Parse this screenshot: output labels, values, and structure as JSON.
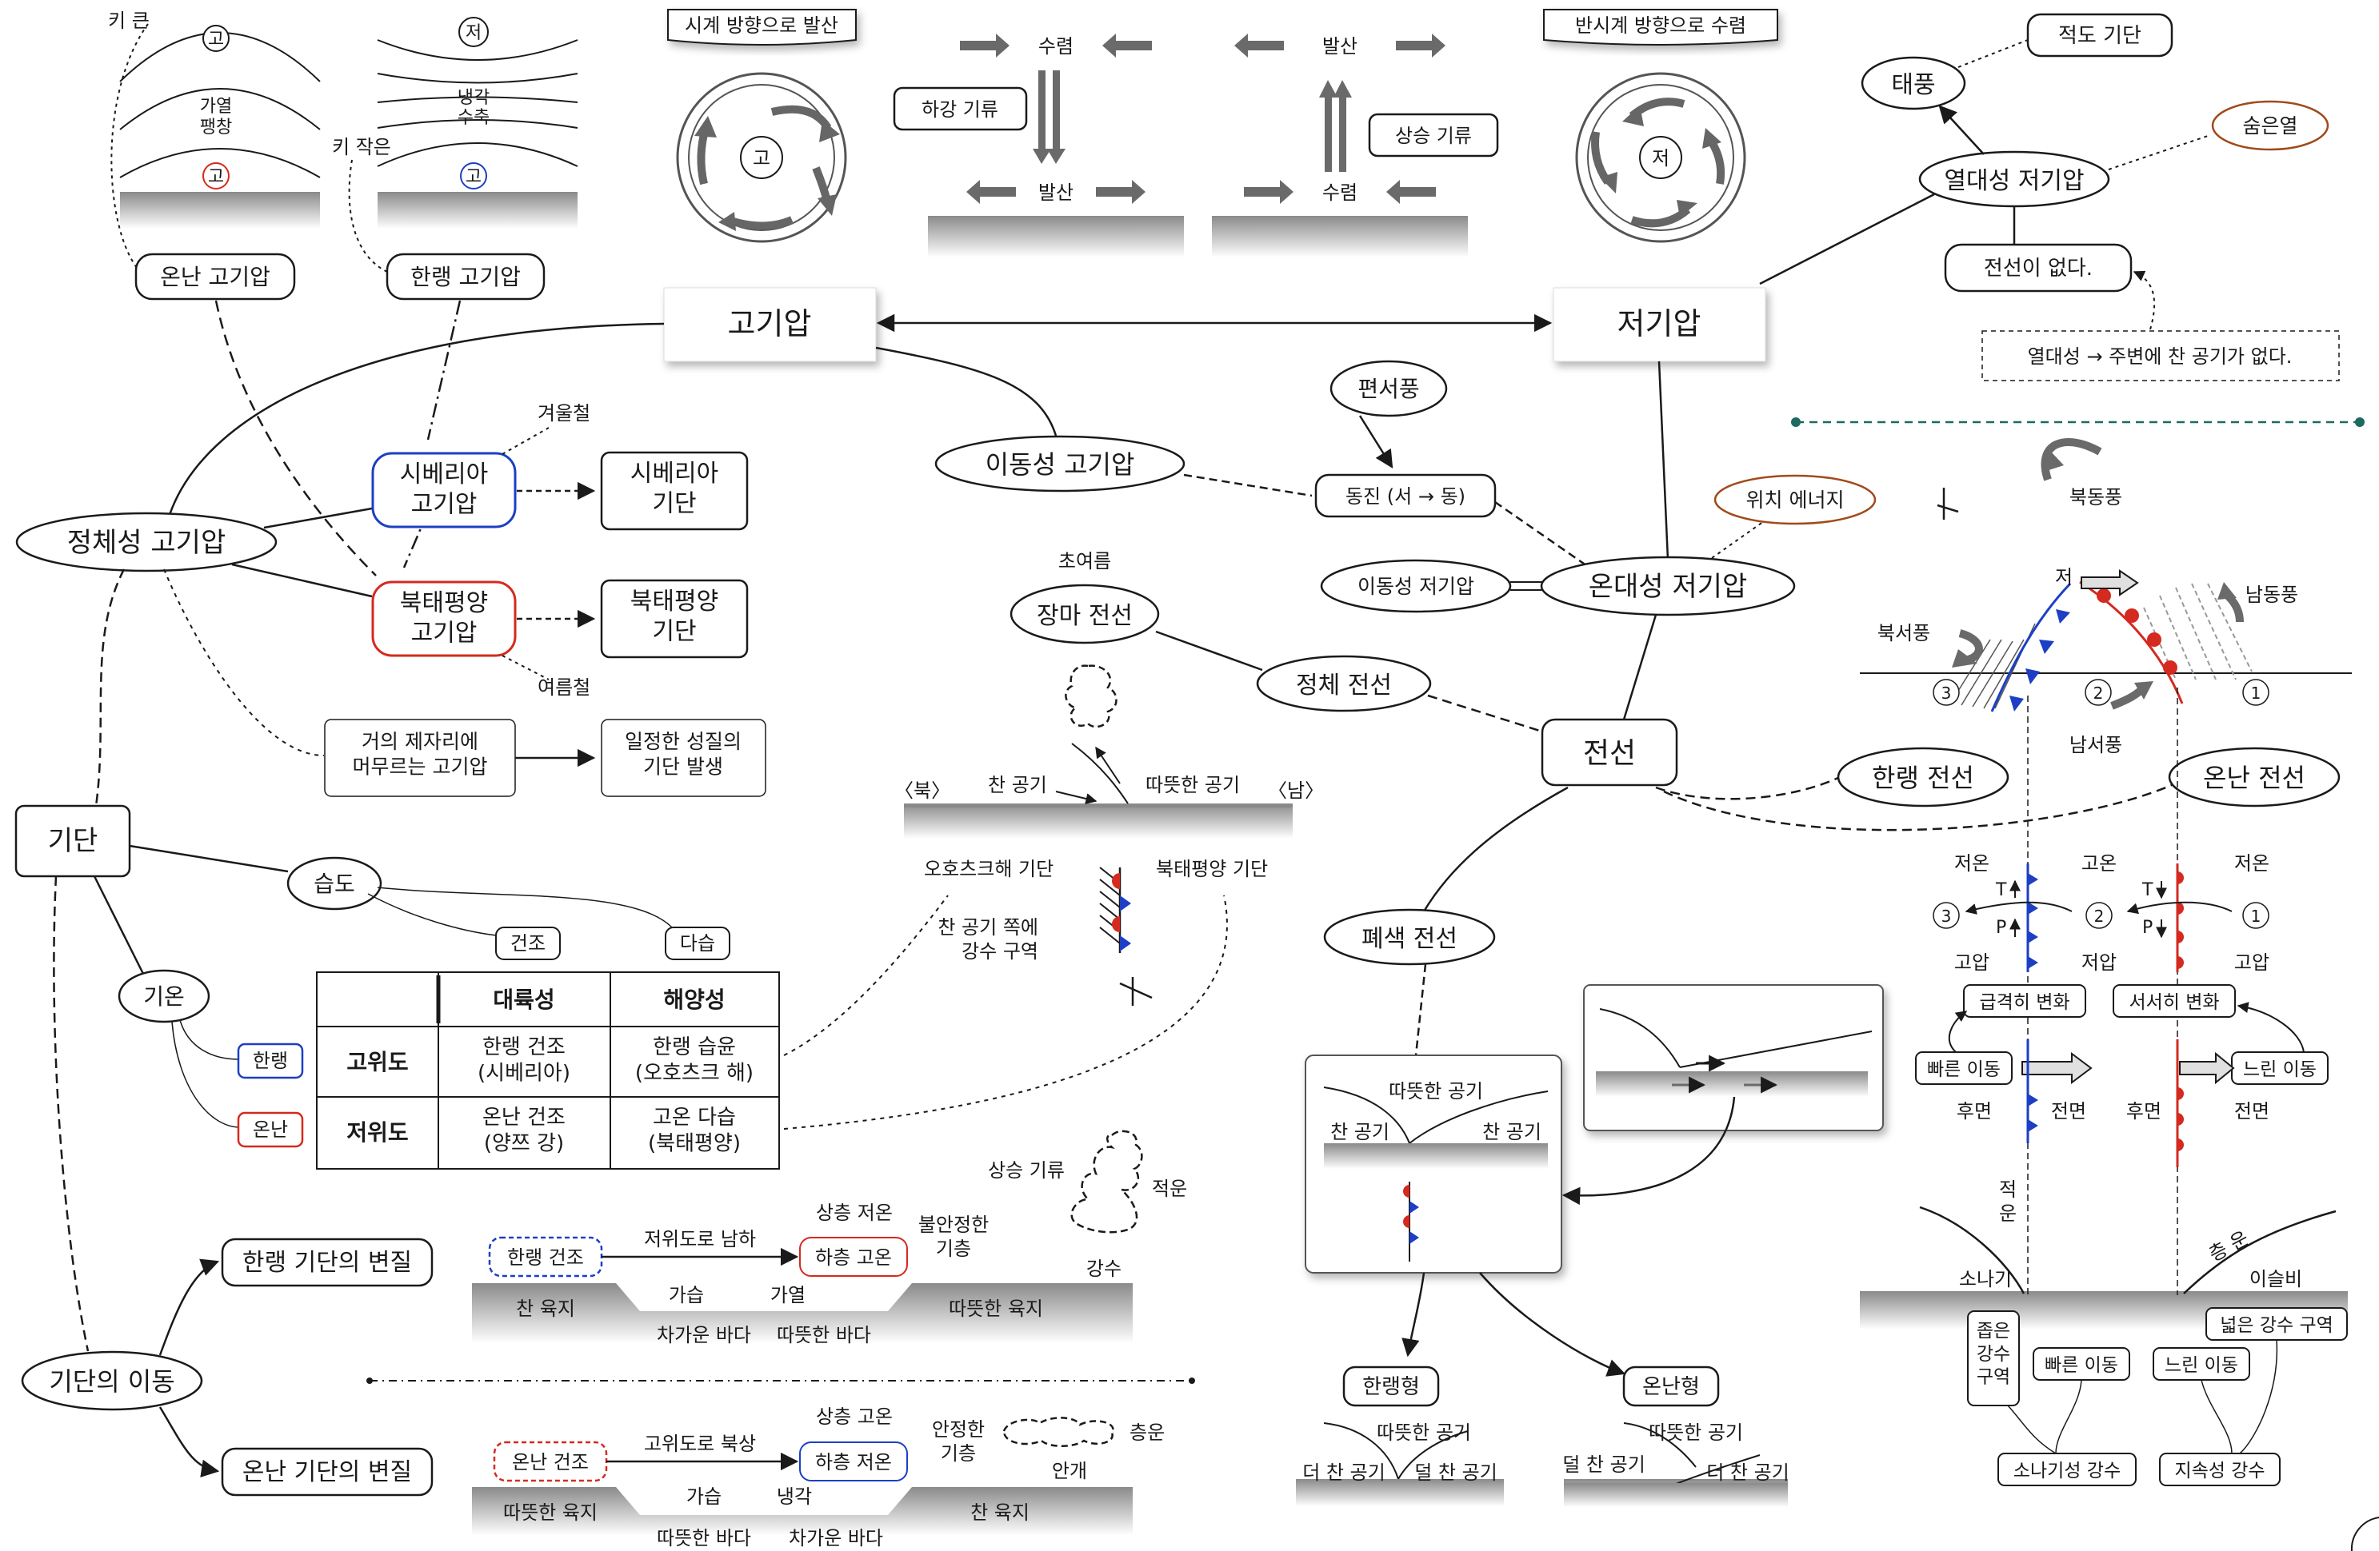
{
  "labels": {
    "large_key": "키 큰",
    "small_key": "키 작은",
    "high": "고",
    "low": "저",
    "heating": "가열",
    "expansion": "팽창",
    "cooling": "냉각",
    "contraction": "수축",
    "warm_high": "온난 고기압",
    "cold_high": "한랭 고기압",
    "clockwise": "시계 방향으로 발산",
    "counterclockwise": "반시계 방향으로 수렴",
    "convergence": "수렴",
    "divergence": "발산",
    "downdraft": "하강 기류",
    "updraft": "상승 기류",
    "anticyclone": "고기압",
    "cyclone": "저기압",
    "stationary_high": "정체성 고기압",
    "migratory_high": "이동성 고기압",
    "siberian_high": "시베리아\n고기압",
    "npacific_high": "북태평양\n고기압",
    "winter": "겨울철",
    "summer": "여름철",
    "siberian_mass": "시베리아\n기단",
    "npacific_mass": "북태평양\n기단",
    "stays_in_place": "거의 제자리에\n머무르는 고기압",
    "uniform_mass": "일정한 성질의\n기단 발생",
    "westerlies": "편서풍",
    "eastward": "동진 (서 → 동)",
    "migratory_low": "이동성 저기압",
    "midlat_cyclone": "온대성 저기압",
    "potential_energy": "위치 에너지",
    "tropical_cyclone": "열대성 저기압",
    "typhoon": "태풍",
    "equatorial_mass": "적도 기단",
    "latent_heat": "숨은열",
    "no_front": "전선이 없다.",
    "tropical_reason": "열대성 → 주변에 찬 공기가 없다.",
    "early_summer": "초여름",
    "monsoon_front": "장마 전선",
    "stationary_front": "정체 전선",
    "front": "전선",
    "cold_front": "한랭 전선",
    "warm_front": "온난 전선",
    "occluded_front": "폐색 전선",
    "north": "〈북〉",
    "south": "〈남〉",
    "cold_air": "찬 공기",
    "warm_air": "따뜻한 공기",
    "okhotsk_mass": "오호츠크해 기단",
    "npacific_mass2": "북태평양 기단",
    "precip_cold_side": "찬 공기 쪽에\n강수 구역",
    "air_mass": "기단",
    "humidity": "습도",
    "temperature": "기온",
    "dry": "건조",
    "humid": "다습",
    "cold": "한랭",
    "warm": "온난",
    "continental": "대륙성",
    "maritime": "해양성",
    "high_lat": "고위도",
    "low_lat": "저위도",
    "c11": "한랭 건조\n(시베리아)",
    "c12": "한랭 습윤\n(오호츠크 해)",
    "c21": "온난 건조\n(양쯔 강)",
    "c22": "고온 다습\n(북태평양)",
    "updraft2": "상승 기류",
    "cumulus": "적운",
    "cold_mass_mod": "한랭 기단의 변질",
    "warm_mass_mod": "온난 기단의 변질",
    "mass_movement": "기단의 이동",
    "cold_dry": "한랭 건조",
    "warm_dry": "온난 건조",
    "southward": "저위도로 남하",
    "northward": "고위도로 북상",
    "upper_cold": "상층 저온",
    "lower_warm": "하층 고온",
    "upper_warm": "상층 고온",
    "lower_cold": "하층 저온",
    "unstable": "불안정한\n기층",
    "stable": "안정한\n기층",
    "precip": "강수",
    "stratus": "층운",
    "fog": "안개",
    "cold_land": "찬 육지",
    "warm_land": "따뜻한 육지",
    "cold_sea": "차가운 바다",
    "warm_sea": "따뜻한 바다",
    "humidify": "가습",
    "heat": "가열",
    "cool": "냉각",
    "colder_air": "더 찬 공기",
    "less_cold_air": "덜 찬 공기",
    "cold_type": "한랭형",
    "warm_type": "온난형",
    "ne_wind": "북동풍",
    "se_wind": "남동풍",
    "nw_wind": "북서풍",
    "sw_wind": "남서풍",
    "L": "저",
    "low_temp": "저온",
    "high_temp": "고온",
    "high_p": "고압",
    "low_p": "저압",
    "abrupt": "급격히 변화",
    "gradual": "서서히 변화",
    "fast": "빠른 이동",
    "slow": "느린 이동",
    "rear": "후면",
    "frontside": "전면",
    "cumulonimbus": "적\n운",
    "nimbostratus": "층 운",
    "cb": "소나기",
    "drizzle": "이슬비",
    "narrow_precip": "좁은\n강수\n구역",
    "wide_precip": "넓은 강수 구역",
    "fast2": "빠른 이동",
    "slow2": "느린 이동",
    "shower": "소나기성 강수",
    "continuous": "지속성 강수",
    "T": "T",
    "P": "P",
    "n1": "①",
    "n2": "②",
    "n3": "③"
  },
  "colors": {
    "ink": "#1a1a1a",
    "red": "#d42a1f",
    "blue": "#1c3fc4",
    "brown": "#a04a1a",
    "teal": "#1c6a60",
    "ground_top": "#8a8a8a",
    "arrow_gray": "#6a6a6a"
  }
}
